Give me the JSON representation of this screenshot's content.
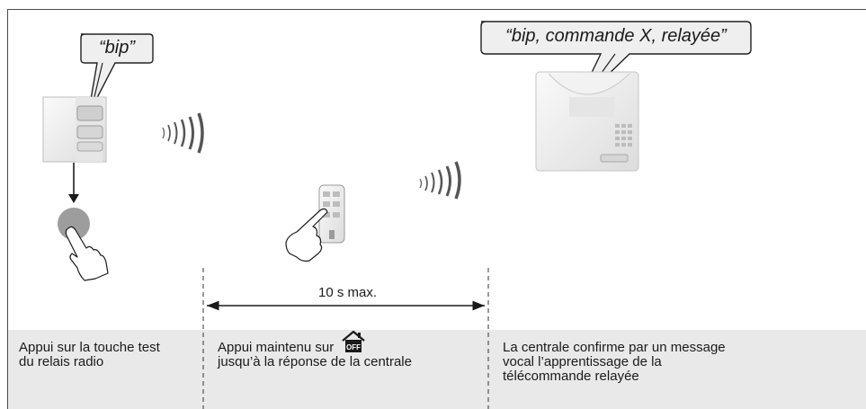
{
  "speech": {
    "left_bubble": "“bip”",
    "right_bubble": "“bip, commande X, relayée”"
  },
  "timeline": {
    "duration_label": "10 s max."
  },
  "steps": [
    {
      "line1": "Appui sur la touche test",
      "line2": "du relais radio"
    },
    {
      "line1": "Appui maintenu sur",
      "icon": "house-off-icon",
      "icon_label": "OFF",
      "line2": "jusqu’à la réponse de la centrale"
    },
    {
      "line1": "La centrale confirme par un message",
      "line2": "vocal l’apprentissage de la",
      "line3": "télécommande relayée"
    }
  ]
}
